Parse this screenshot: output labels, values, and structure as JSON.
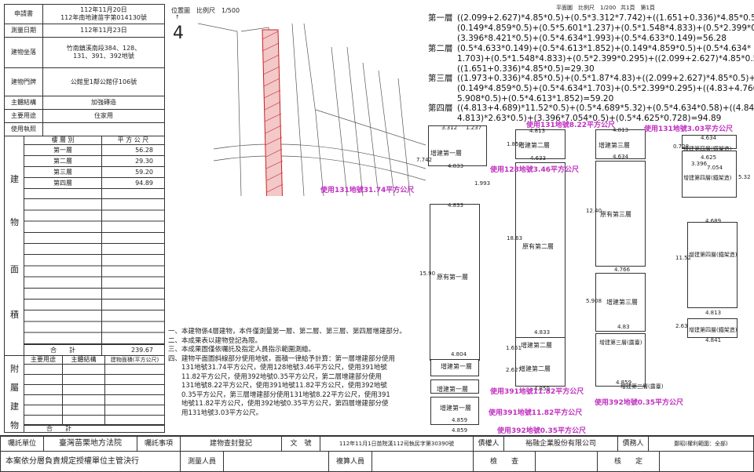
{
  "left_panel": {
    "rows": [
      {
        "label": "申請書",
        "value": "112年11月20日\n112年南地建苗字第014130號"
      },
      {
        "label": "測量日期",
        "value": "112年11月23日"
      },
      {
        "label": "建物坐落",
        "value": "竹南鎮溪南段384、128、\n131、391、392地號"
      },
      {
        "label": "建物門牌",
        "value": "公館里1鄰公館仔106號"
      },
      {
        "label": "主體結構",
        "value": "加強磚造"
      },
      {
        "label": "主要用途",
        "value": "住家用"
      },
      {
        "label": "使用執照",
        "value": ""
      }
    ],
    "area_side_chars": [
      "建",
      "物",
      "面",
      "積"
    ],
    "area_header": {
      "name": "樓 層 別",
      "unit": "平 方 公 尺"
    },
    "floors": [
      {
        "name": "第一層",
        "area": "56.28"
      },
      {
        "name": "第二層",
        "area": "29.30"
      },
      {
        "name": "第三層",
        "area": "59.20"
      },
      {
        "name": "第四層",
        "area": "94.89"
      }
    ],
    "total_label": "合　　計",
    "total_value": "239.67",
    "aux_side_chars": [
      "附",
      "屬",
      "建",
      "物"
    ],
    "aux_header": {
      "use": "主要用途",
      "struct": "主體結構",
      "area": "建物面積(平方公尺)"
    },
    "aux_total_label": "合　　計"
  },
  "location_map": {
    "title": "位置圖　比例尺　1/500",
    "number": "4"
  },
  "plan_header": {
    "scale": "平面圖　比例尺　1/200",
    "pages": "共1頁　第1頁"
  },
  "formulas": [
    {
      "label": "第一層",
      "text": "((2.099+2.627)*4.85*0.5)+(0.5*3.312*7.742)+((1.651+0.336)*4.85*0.5)+\n(0.149*4.859*0.5)+(0.5*5.601*1.237)+(0.5*1.548*4.833)+(0.5*2.399*0.295)+\n(3.396*8.421*0.5)+(0.5*4.634*1.993)+(0.5*4.633*0.149)=56.28"
    },
    {
      "label": "第二層",
      "text": "(0.5*4.633*0.149)+(0.5*4.613*1.852)+(0.149*4.859*0.5)+(0.5*4.634*\n1.703)+(0.5*1.548*4.833)+(0.5*2.399*0.295)+((2.099+2.627)*4.85*0.5)+\n((1.651+0.336)*4.85*0.5)=29.30"
    },
    {
      "label": "第三層",
      "text": "((1.973+0.336)*4.85*0.5)+(0.5*1.87*4.83)+((2.099+2.627)*4.85*0.5)+\n(0.149*4.859*0.5)+(0.5*4.634*1.703)+(0.5*2.399*0.295)+((4.83+4.766)*\n5.908*0.5)+(0.5*4.613*1.852)=59.20"
    },
    {
      "label": "第四層",
      "text": "((4.813+4.689)*11.52*0.5)+(0.5*4.689*5.32)+(0.5*4.634*0.58)+((4.841+\n4.813)*2.63*0.5)+(3.396*7.054*0.5)+(0.5*4.625*0.728)=94.89"
    }
  ],
  "plan_labels": {
    "f1_add_top": "增建第一層",
    "f1_orig": "原有第一層",
    "f1_add_mid": "增建第一層",
    "f1_add_bot": "增建第一層",
    "f2_add": "增建第二層",
    "f2_orig": "原有第二層",
    "f2_add_bot": "增建第二層",
    "f3_add_top": "增建第三層",
    "f3_orig": "原有第三層",
    "f3_add": "增建第三層",
    "f3_porch": "增建第三層(露臺)",
    "f3_porch2": "增建第三層(露臺)",
    "f4_iron_top": "增建第四層(鐵架造)",
    "f4_iron_mid": "增建第四層(鐵架造)",
    "f4_iron": "增建第四層(鐵架造)",
    "f4_iron_bot": "增建第四層(鐵架造)"
  },
  "dims": {
    "d3312": "3.312",
    "d1237": "1.237",
    "d4833a": "4.833",
    "d4833b": "4.833",
    "d7742": "7.742",
    "d1993": "1.993",
    "d4804": "4.804",
    "d4859a": "4.859",
    "d4859b": "4.859",
    "d1590": "15.90",
    "d4613": "4.813",
    "d4633": "4.633",
    "d1852": "1.852",
    "d1863": "18.63",
    "d4833c": "4.833",
    "d4859c": "4.859",
    "d4813a": "4.813",
    "d4634": "4.634",
    "d1240": "12.40",
    "d4766": "4.766",
    "d5908": "5.908",
    "d483": "4.83",
    "d4859d": "4.859",
    "d4634b": "4.634",
    "d4625": "4.625",
    "d4689": "4.689",
    "d1152": "11.52",
    "d4813b": "4.813",
    "d4841": "4.841",
    "d263": "2.63",
    "d532": "5.32",
    "d0728": "0.728",
    "d3396": "3.396",
    "d7054": "7.054",
    "d1651": "1.651",
    "d2627": "2.627"
  },
  "usage_labels": [
    "使用131地號31.74平方公尺",
    "使用128地號3.46平方公尺",
    "使用131地號8.22平方公尺",
    "使用131地號3.03平方公尺",
    "使用391地號11.82平方公尺",
    "使用392地號0.35平方公尺",
    "使用391地號11.82平方公尺",
    "使用392地號0.35平方公尺"
  ],
  "notes": [
    "一、本建物係4層建物，本件僅測量第一層、第二層、第三層、第四層增建部分。",
    "二、本成果表以建物登記為限。",
    "三、本成果圖僅依囑託及指定人員指示範圍測繪。",
    "四、建物平面圖斜線部分使用地號，面積一律給予計算：第一層增建部分使用",
    "　　131地號31.74平方公尺，使用128地號3.46平方公尺，使用391地號",
    "　　11.82平方公尺，使用392地號0.35平方公尺，第二層增建部分使用",
    "　　131地號8.22平方公尺，使用391地號11.82平方公尺，使用392地號",
    "　　0.35平方公尺，第三層增建部分使用131地號8.22平方公尺，使用391",
    "　　地號11.82平方公尺，使用392地號0.35平方公尺，第四層增建部分使",
    "　　用131地號3.03平方公尺。"
  ],
  "footer": {
    "row1": [
      {
        "label": "囑託單位",
        "value": "臺灣苗栗地方法院"
      },
      {
        "label": "囑託事項",
        "value": "建物查封登記"
      },
      {
        "label": "文　號",
        "value": "112年11月1日苗院漢112司執民字第30390號"
      },
      {
        "label": "債權人",
        "value": "裕融企業股份有限公司"
      },
      {
        "label": "債務人",
        "value": "鄭昭(權利範圍：全部)"
      }
    ],
    "row2": [
      {
        "label": "本案依分層負責規定授權單位主管決行"
      },
      {
        "label": "測量人員"
      },
      {
        "label": "複算人員"
      },
      {
        "label": "檢　　查"
      },
      {
        "label": "核　　定"
      }
    ]
  }
}
